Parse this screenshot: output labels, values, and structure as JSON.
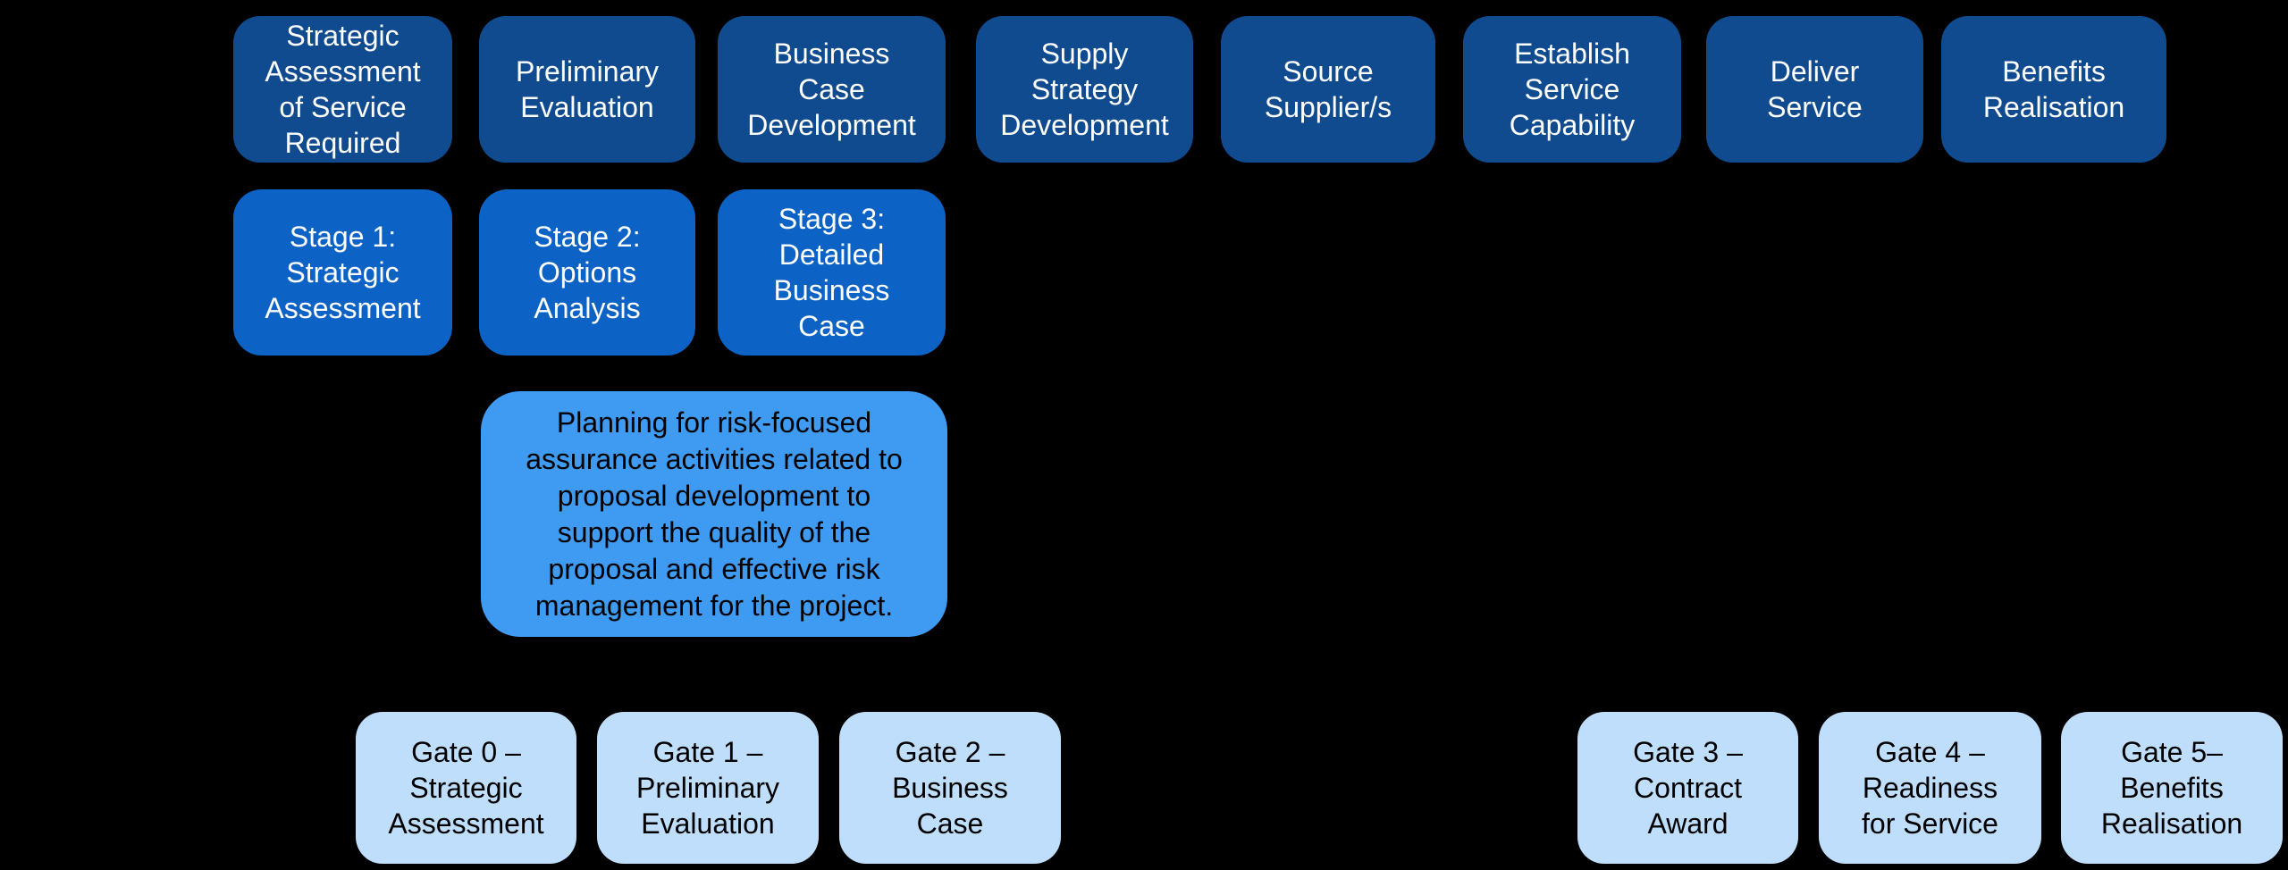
{
  "canvas": {
    "background": "#000000"
  },
  "colors": {
    "canvas_bg": "#000000",
    "phase_fill": "#104B8F",
    "phase_text": "#FFFFFF",
    "stage_fill": "#0D63C5",
    "stage_text": "#FFFFFF",
    "note_fill": "#3F9BF2",
    "note_text": "#000000",
    "gate_fill": "#BEDEFB",
    "gate_text": "#000000"
  },
  "phases": [
    {
      "label": "Strategic\nAssessment\nof Service\nRequired"
    },
    {
      "label": "Preliminary\nEvaluation"
    },
    {
      "label": "Business\nCase\nDevelopment"
    },
    {
      "label": "Supply\nStrategy\nDevelopment"
    },
    {
      "label": "Source\nSupplier/s"
    },
    {
      "label": "Establish\nService\nCapability"
    },
    {
      "label": "Deliver\nService"
    },
    {
      "label": "Benefits\nRealisation"
    }
  ],
  "stages": [
    {
      "label": "Stage 1:\nStrategic\nAssessment"
    },
    {
      "label": "Stage 2:\nOptions\nAnalysis"
    },
    {
      "label": "Stage 3:\nDetailed\nBusiness\nCase"
    }
  ],
  "assurance_note": {
    "text": "Planning for risk-focused\nassurance activities related to\nproposal development to\nsupport the quality of the\nproposal and effective risk\nmanagement for the project."
  },
  "gates": [
    {
      "label": "Gate 0 –\nStrategic\nAssessment"
    },
    {
      "label": "Gate 1 –\nPreliminary\nEvaluation"
    },
    {
      "label": "Gate 2 –\nBusiness\nCase"
    },
    {
      "label": "Gate 3 –\nContract\nAward"
    },
    {
      "label": "Gate 4 –\nReadiness\nfor Service"
    },
    {
      "label": "Gate 5–\nBenefits\nRealisation"
    }
  ]
}
